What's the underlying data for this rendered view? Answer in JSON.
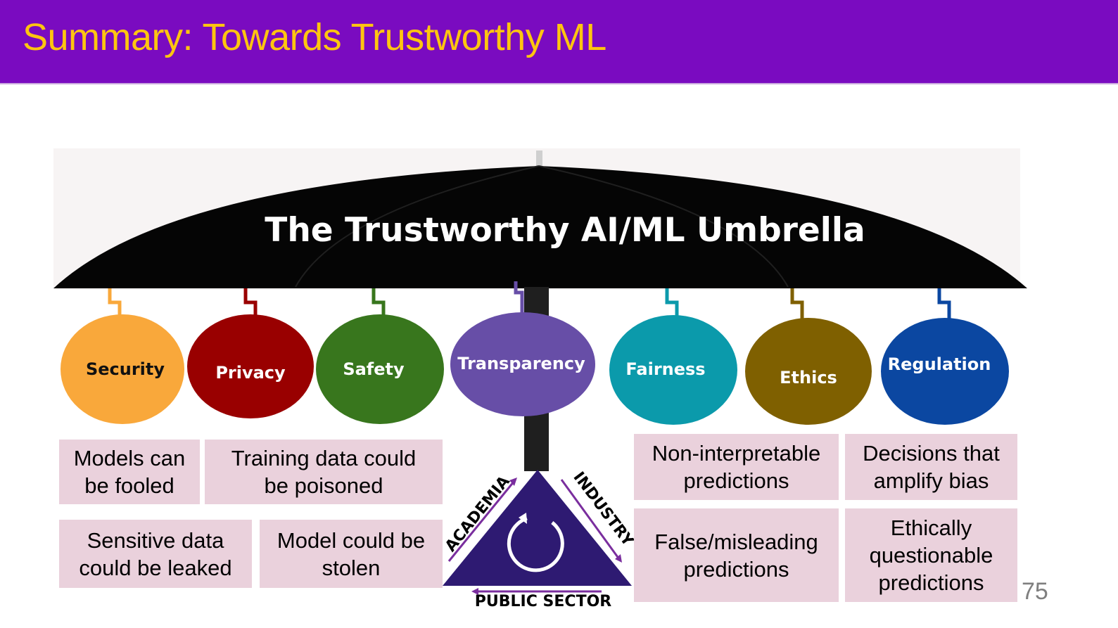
{
  "slide": {
    "title": "Summary: Towards Trustworthy ML",
    "page_number": "75"
  },
  "umbrella": {
    "heading": "The Trustworthy AI/ML Umbrella",
    "pillars": [
      {
        "label": "Security",
        "color": "#f9a83b",
        "text_color": "#111111"
      },
      {
        "label": "Privacy",
        "color": "#990000",
        "text_color": "#ffffff"
      },
      {
        "label": "Safety",
        "color": "#38761d",
        "text_color": "#ffffff"
      },
      {
        "label": "Transparency",
        "color": "#674ea7",
        "text_color": "#ffffff"
      },
      {
        "label": "Fairness",
        "color": "#0b9aab",
        "text_color": "#ffffff"
      },
      {
        "label": "Ethics",
        "color": "#7f6000",
        "text_color": "#ffffff"
      },
      {
        "label": "Regulation",
        "color": "#0b47a1",
        "text_color": "#ffffff"
      }
    ],
    "base": {
      "left_label": "ACADEMIA",
      "right_label": "INDUSTRY",
      "bottom_label": "PUBLIC SECTOR",
      "color": "#2e1a72"
    }
  },
  "issues": {
    "fooled": "Models can\nbe fooled",
    "poisoned": "Training data could\nbe poisoned",
    "leaked": "Sensitive data\ncould be leaked",
    "stolen": "Model could be\nstolen",
    "non_interpretable": "Non-interpretable\npredictions",
    "amplify_bias": "Decisions that\namplify bias",
    "misleading": "False/misleading\npredictions",
    "questionable": "Ethically\nquestionable\npredictions"
  },
  "colors": {
    "header_bg": "#7a0bc0",
    "title_color": "#ffc510",
    "box_bg": "#ead1dc"
  }
}
